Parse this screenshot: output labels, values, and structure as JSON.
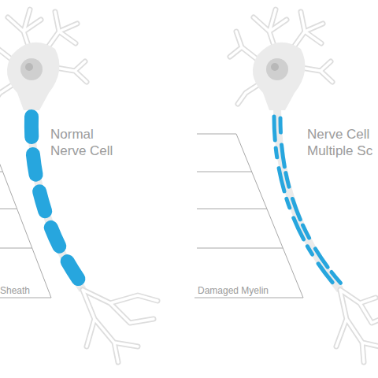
{
  "diagram": {
    "labels": [
      "Normal Nerve Cell",
      "Nerve Cell Multiple Sc",
      "Sheath",
      "Damaged Myelin"
    ]
  }
}
